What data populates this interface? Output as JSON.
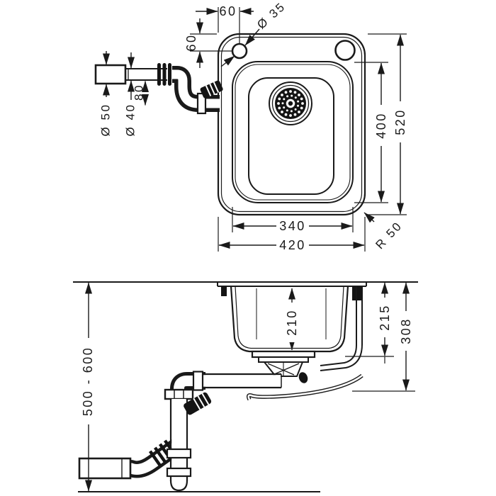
{
  "drawing": {
    "type": "sink installation technical drawing",
    "views": {
      "top_view": "plan view of sink with drain pipework",
      "section_view": "front section view with trap and outlet pipework"
    },
    "dims": {
      "tap_hole_offset_x": "60",
      "tap_hole_offset_y": "60",
      "tap_hole_dia": "Ø 35",
      "outlet_dia": "Ø 50",
      "trap_pipe_dia": "Ø 40",
      "pipe_offset": "80",
      "basin_width": "340",
      "overall_width": "420",
      "basin_length": "400",
      "overall_length": "520",
      "corner_radius": "R 50",
      "basin_depth": "210",
      "underside_depth": "215",
      "total_depth": "308",
      "outlet_height_range": "500 - 600"
    },
    "line_color": "#1a1a1a",
    "background": "#ffffff"
  }
}
